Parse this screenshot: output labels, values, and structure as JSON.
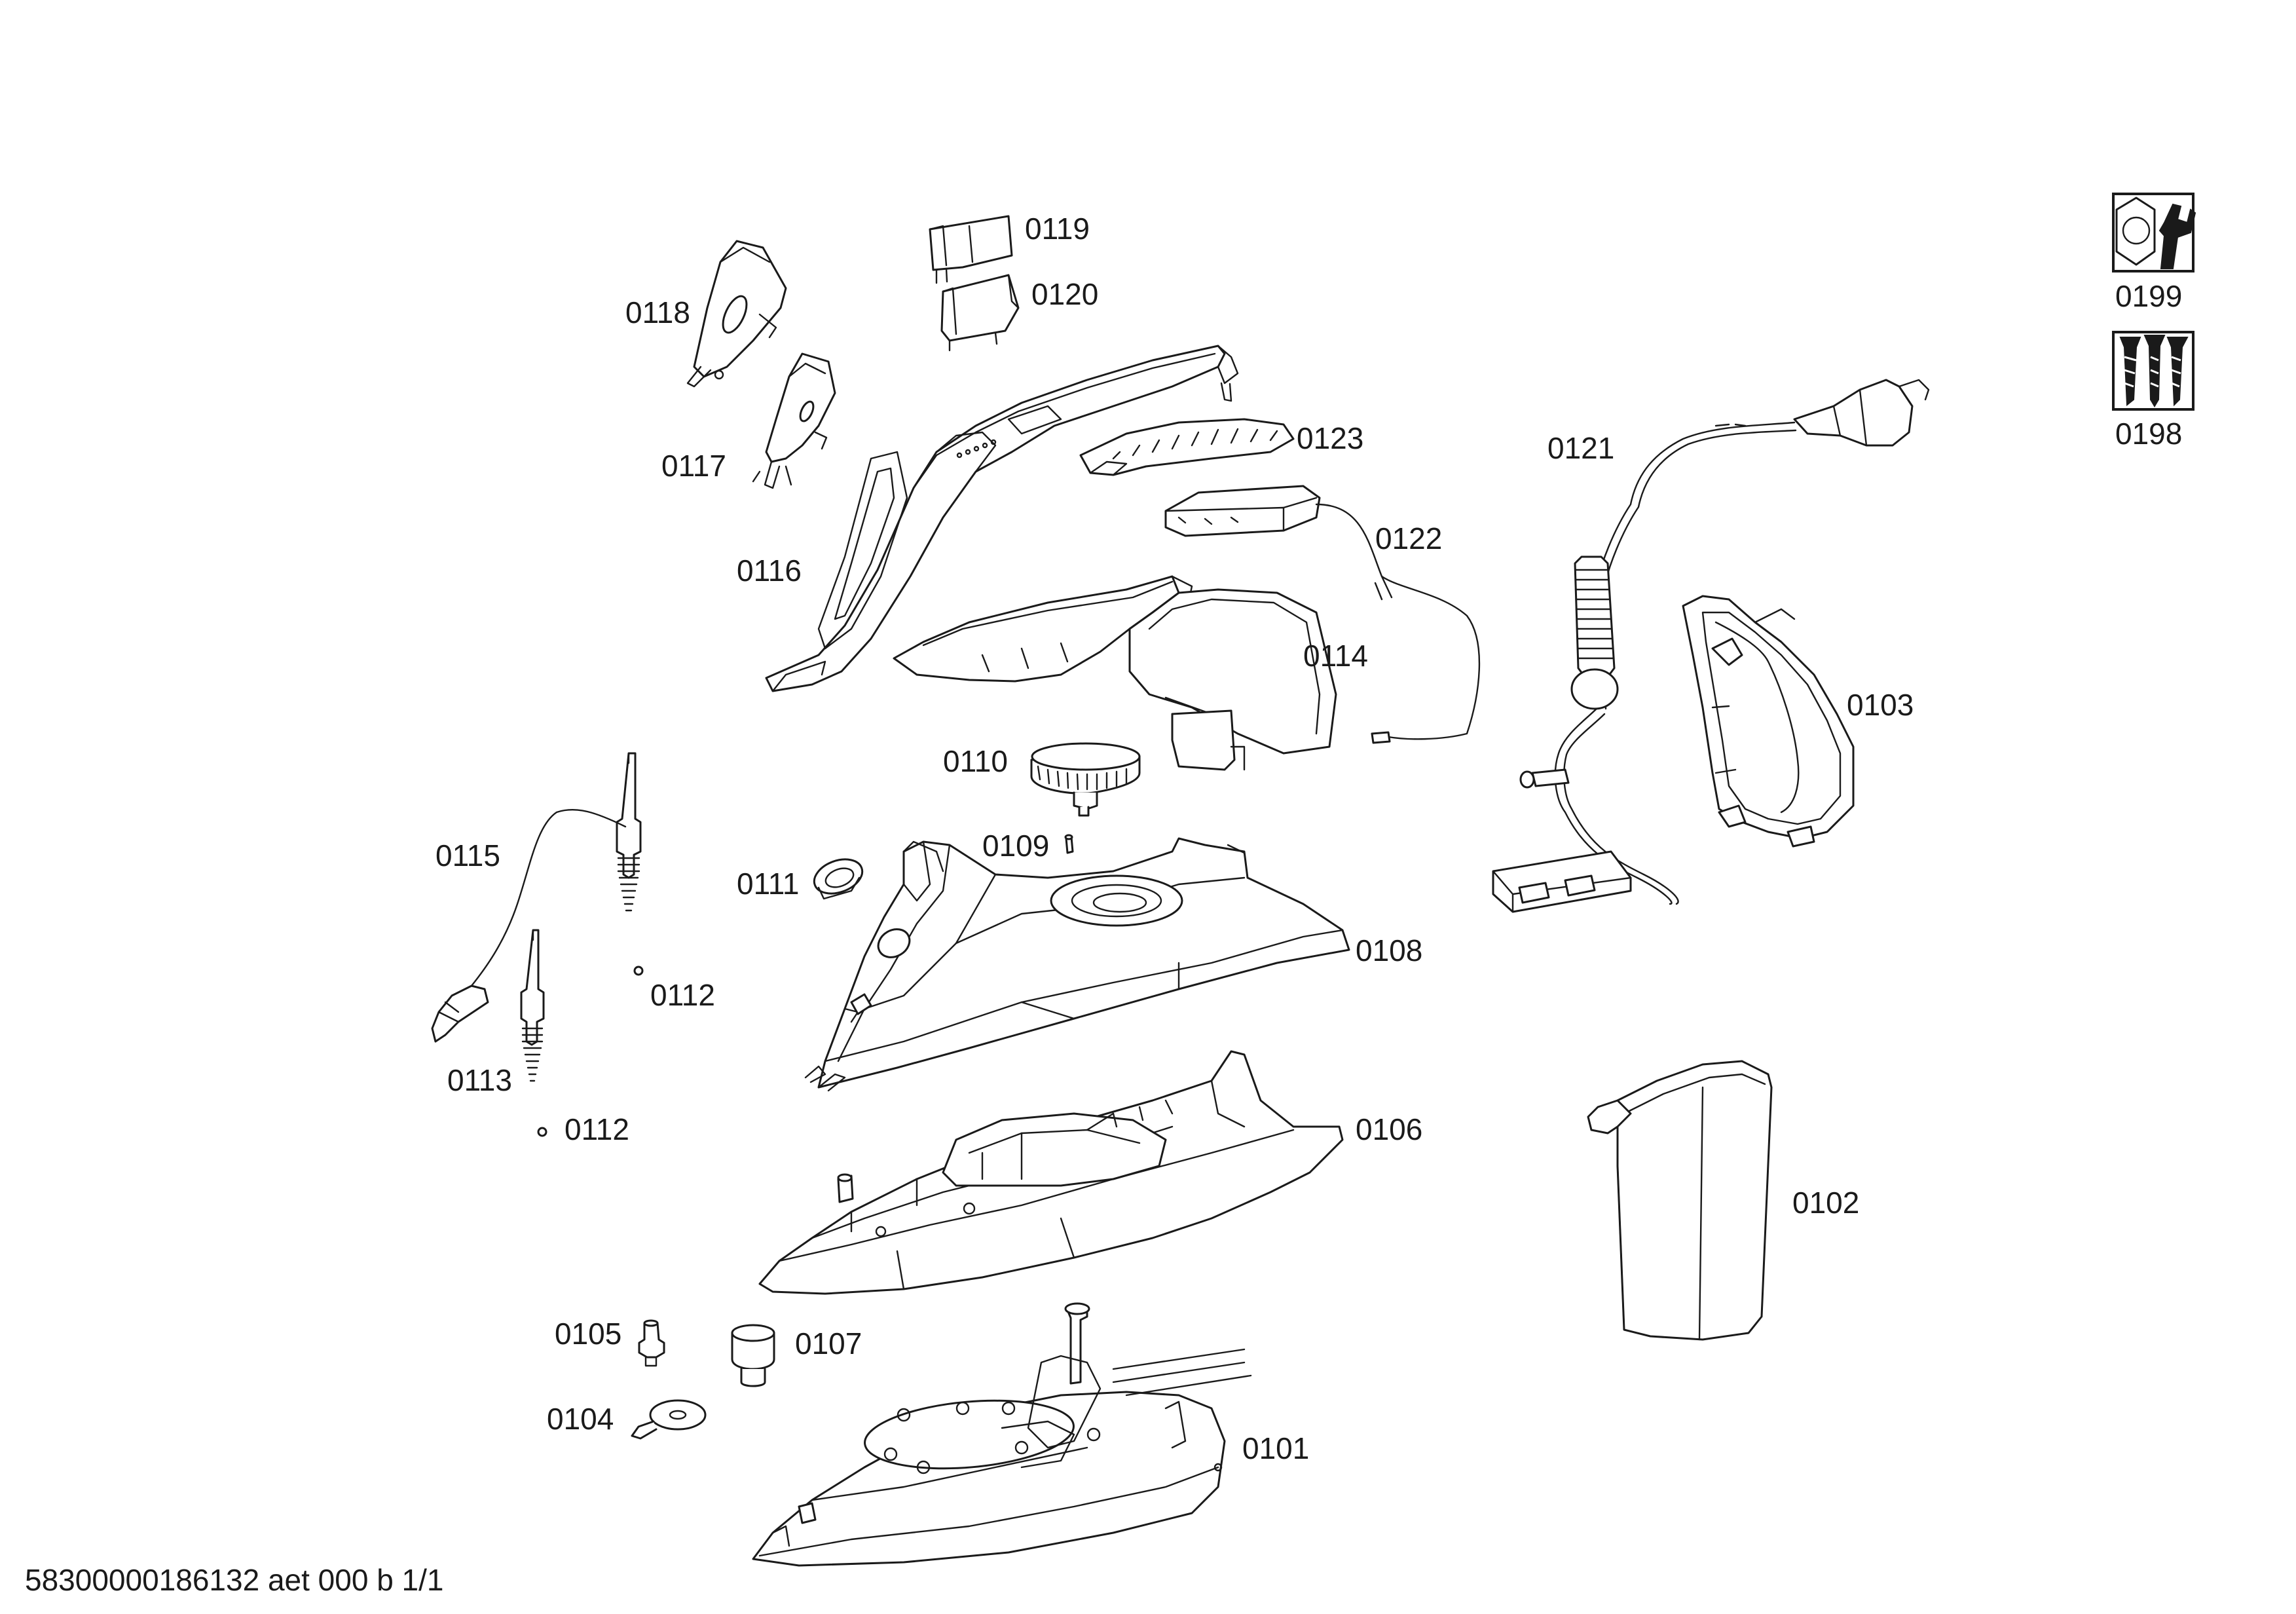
{
  "diagram": {
    "footer_code": "58300000186132 aet 000 b 1/1",
    "icons": [
      {
        "id": "0199",
        "icon": "nut-wrench-icon"
      },
      {
        "id": "0198",
        "icon": "screws-icon"
      }
    ],
    "labels": {
      "p0101": "0101",
      "p0102": "0102",
      "p0103": "0103",
      "p0104": "0104",
      "p0105": "0105",
      "p0106": "0106",
      "p0107": "0107",
      "p0108": "0108",
      "p0109": "0109",
      "p0110": "0110",
      "p0111": "0111",
      "p0112a": "0112",
      "p0112b": "0112",
      "p0113": "0113",
      "p0114": "0114",
      "p0115": "0115",
      "p0116": "0116",
      "p0117": "0117",
      "p0118": "0118",
      "p0119": "0119",
      "p0120": "0120",
      "p0121": "0121",
      "p0122": "0122",
      "p0123": "0123",
      "p0198": "0198",
      "p0199": "0199"
    }
  }
}
